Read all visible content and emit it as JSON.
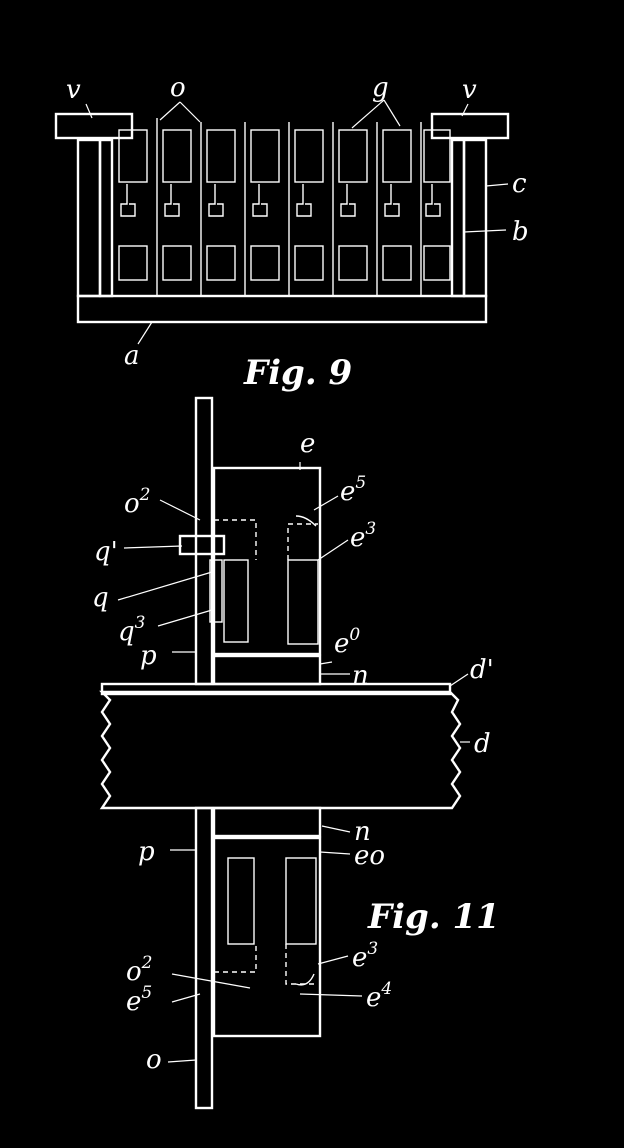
{
  "figures": [
    {
      "key": "fig9",
      "caption": "Fig. 9"
    },
    {
      "key": "fig11",
      "caption": "Fig. 11"
    }
  ],
  "labels": {
    "fig9": {
      "v_left": "v",
      "o": "o",
      "g": "g",
      "v_right": "v",
      "c": "c",
      "b": "b",
      "a": "a"
    },
    "fig11": {
      "e": "e",
      "e5_top": "e",
      "e5_top_sup": "5",
      "o2_top": "o",
      "o2_top_sup": "2",
      "e3_top": "e",
      "e3_top_sup": "3",
      "q1": "q'",
      "q": "q",
      "q3": "q",
      "q3_sup": "3",
      "e0_top": "e",
      "e0_top_sup": "0",
      "p_top": "p",
      "n_top": "n",
      "d1": "d'",
      "d": "d",
      "n_bottom": "n",
      "p_bottom": "p",
      "e0_bottom": "eo",
      "e3_bottom": "e",
      "e3_bottom_sup": "3",
      "o2_bottom": "o",
      "o2_bottom_sup": "2",
      "e5_bottom": "e",
      "e5_bottom_sup": "5",
      "e4": "e",
      "e4_sup": "4",
      "o_bottom": "o"
    }
  }
}
